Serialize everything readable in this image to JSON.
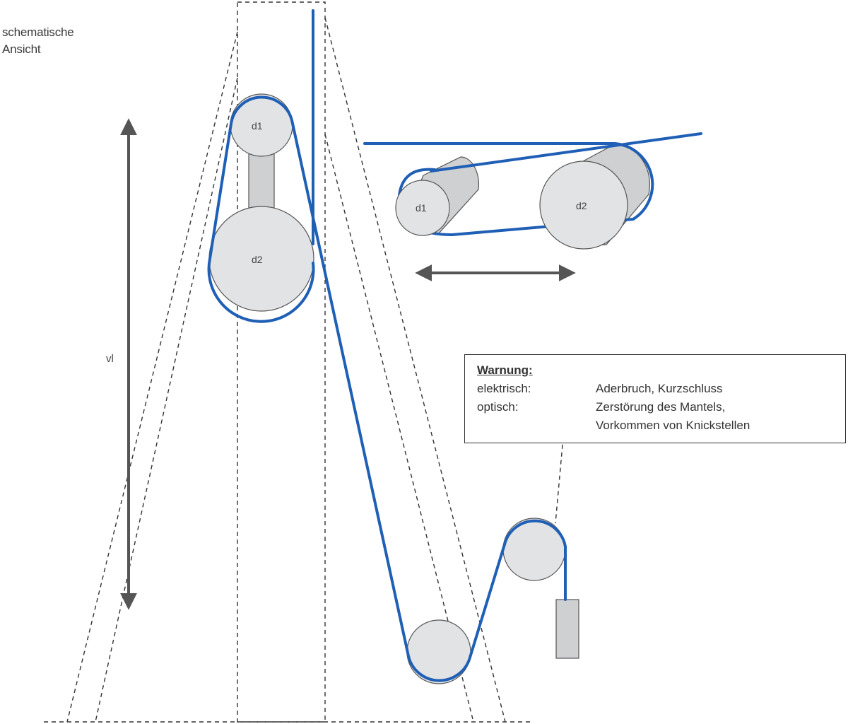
{
  "view_label": {
    "line1": "schematische",
    "line2": "Ansicht"
  },
  "pulleys": {
    "d1": "d1",
    "d2": "d2"
  },
  "travel_label": "vl",
  "warning": {
    "title": "Warnung:",
    "rows": [
      {
        "key": "elektrisch:",
        "value": "Aderbruch, Kurzschluss"
      },
      {
        "key": "optisch:",
        "value": "Zerstörung des Mantels,"
      },
      {
        "key": "",
        "value": "Vorkommen von Knickstellen"
      }
    ]
  },
  "colors": {
    "cable": "#1f5fb5",
    "pulley_fill": "#e2e3e5",
    "pulley_stroke": "#555555",
    "axle_fill": "#cfd0d2",
    "arrow": "#555555",
    "dashed": "#333333"
  }
}
